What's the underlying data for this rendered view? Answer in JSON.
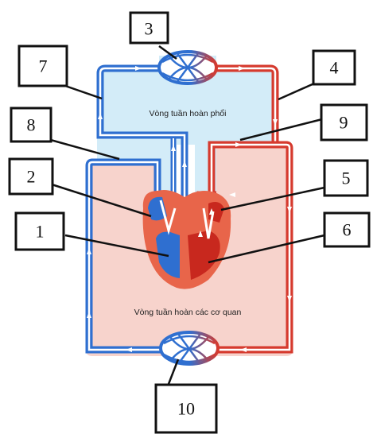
{
  "labels": {
    "pulmonary_circulation": "Vòng tuần hoàn phổi",
    "systemic_circulation": "Vòng tuần hoàn các cơ quan"
  },
  "callouts": {
    "n1": "1",
    "n2": "2",
    "n3": "3",
    "n4": "4",
    "n5": "5",
    "n6": "6",
    "n7": "7",
    "n8": "8",
    "n9": "9",
    "n10": "10"
  },
  "colors": {
    "vein_blue": "#2f6fd0",
    "artery_red": "#d63a2e",
    "pulmonary_area": "#d3ecf8",
    "systemic_area": "#f7d3cc",
    "heart": "#e8654a"
  }
}
